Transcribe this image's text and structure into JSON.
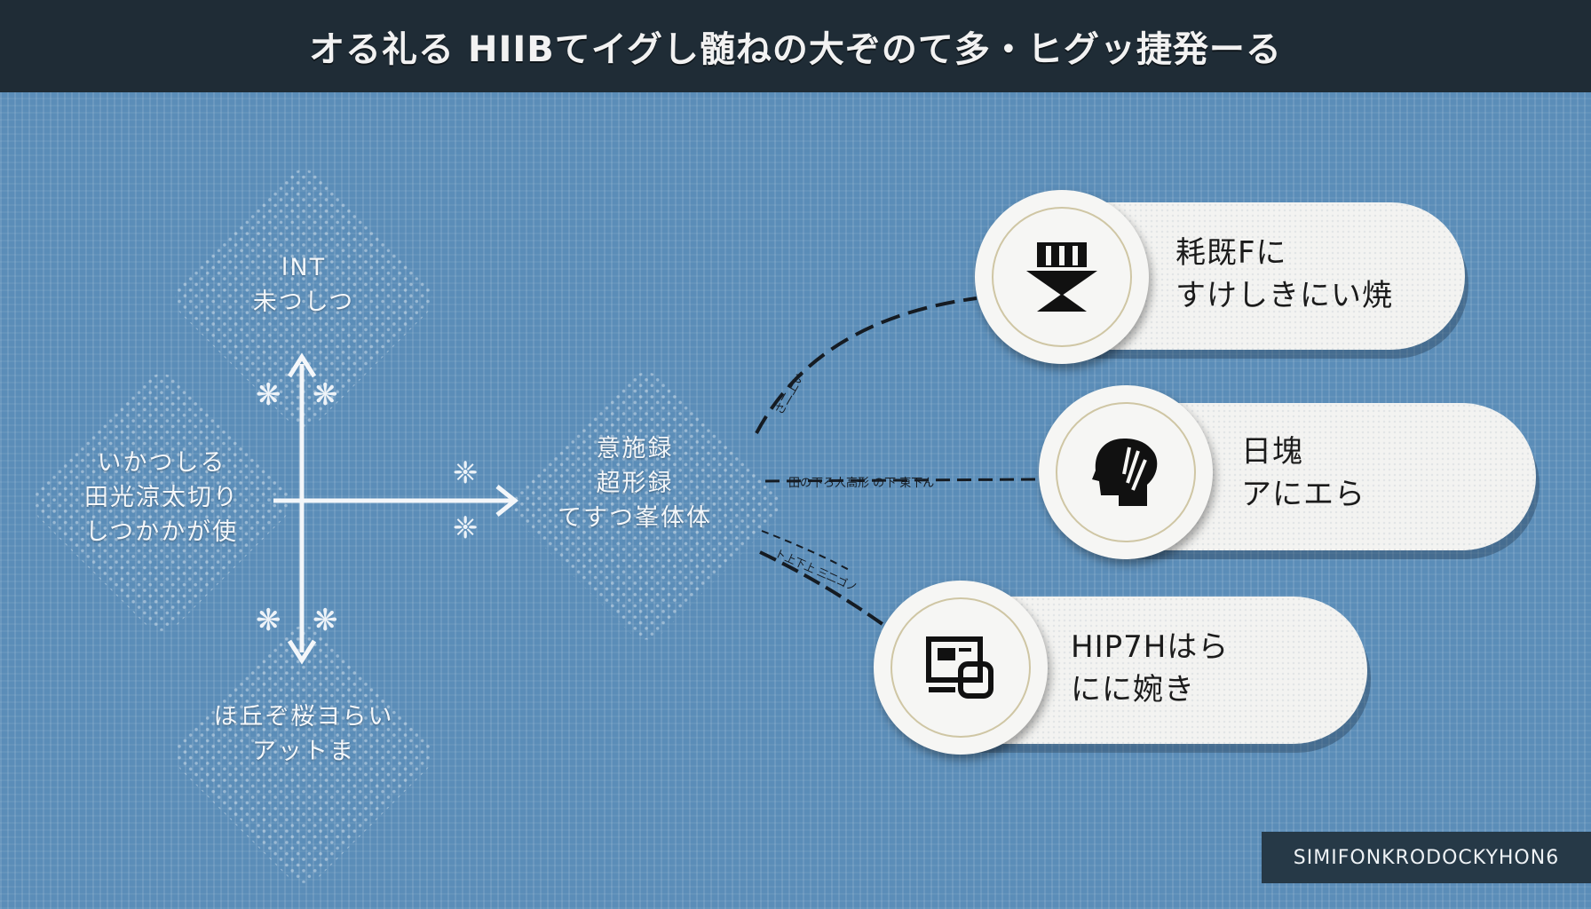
{
  "title": "オる礼る HIIBてイグし髄ねの大ぞのて多・ヒグッ捷発ーる",
  "left_nodes": {
    "top": [
      "lNT",
      "未つしつ"
    ],
    "left": [
      "いかつしる",
      "田光涼太切り",
      "しつかかが使"
    ],
    "bottom": [
      "ほ丘ぞ桜ヨらい",
      "アットま"
    ]
  },
  "center_node": [
    "意施録",
    "超形録",
    "てすつ峯体体"
  ],
  "connector_labels": {
    "top": "さ二上い",
    "middle": "田の下ろ人高形  の下 東下ん",
    "bottom": "ト上下上 三二ゴノ"
  },
  "cards": [
    {
      "line1": "耗既Fに",
      "line2": "すけしきにい焼",
      "icon": "download-tray-icon"
    },
    {
      "line1": "日塊",
      "line2": "アにエら",
      "icon": "profile-head-icon"
    },
    {
      "line1": "HIP7Hはら",
      "line2": "にに婉き",
      "icon": "monitor-document-icon"
    }
  ],
  "badge": "SIMIFONKRODOCKYHON6",
  "colors": {
    "background": "#5b8db8",
    "title_bar": "#1f2c36",
    "card": "#f3f3f1",
    "badge": "#263947",
    "icon": "#111111"
  }
}
